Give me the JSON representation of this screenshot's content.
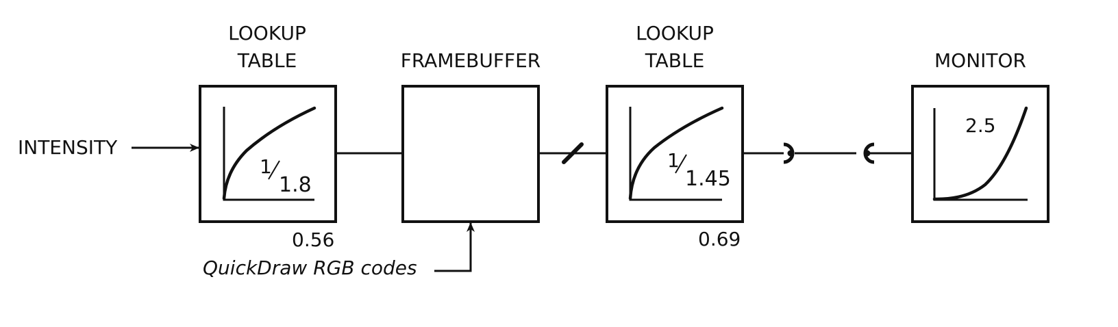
{
  "diagram": {
    "input_label": "INTENSITY",
    "stages": [
      {
        "title_line1": "LOOKUP",
        "title_line2": "TABLE",
        "curve_numerator": "1",
        "curve_denominator": "1.8",
        "value_below": "0.56"
      },
      {
        "title_line1": "FRAMEBUFFER"
      },
      {
        "title_line1": "LOOKUP",
        "title_line2": "TABLE",
        "curve_numerator": "1",
        "curve_denominator": "1.45",
        "value_below": "0.69"
      },
      {
        "title_line1": "MONITOR",
        "curve_label": "2.5"
      }
    ],
    "framebuffer_input_label": "QuickDraw RGB codes"
  }
}
